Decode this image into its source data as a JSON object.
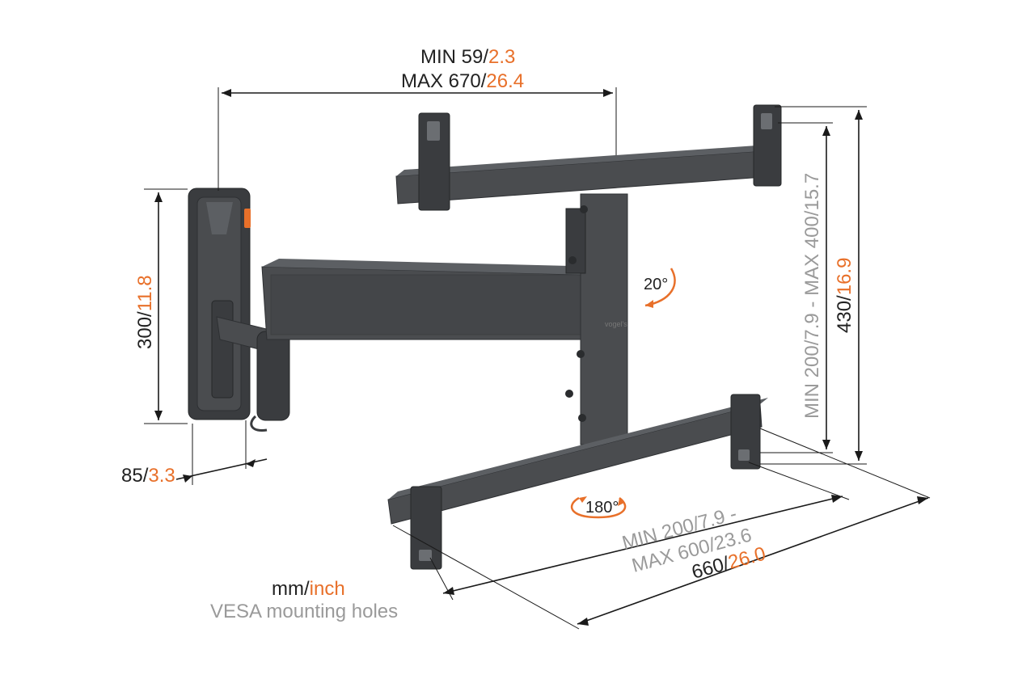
{
  "dimensions": {
    "horizontal_top": {
      "min_mm": "MIN 59/",
      "min_in": "2.3",
      "max_mm": "MAX 670/",
      "max_in": "26.4"
    },
    "wall_plate_height": {
      "mm": "300/",
      "in": "11.8"
    },
    "wall_plate_depth": {
      "mm": "85/",
      "in": "3.3"
    },
    "vesa_vertical": {
      "min_mm": "MIN 200/",
      "min_in": "7.9",
      "sep": " - ",
      "max_mm": "MAX 400/",
      "max_in": "15.7"
    },
    "total_height": {
      "mm": "430/",
      "in": "16.9"
    },
    "vesa_horizontal": {
      "min_mm": "MIN 200/",
      "min_in": "7.9 -",
      "max_mm": "MAX 600/",
      "max_in": "23.6"
    },
    "total_width": {
      "mm": "660/",
      "in": "26.0"
    }
  },
  "rotation": {
    "tilt": "20°",
    "rotate": "180°"
  },
  "legend": {
    "unit_mm": "mm/",
    "unit_in": "inch",
    "note": "VESA mounting holes"
  },
  "colors": {
    "accent": "#e8702a",
    "text": "#222222",
    "muted": "#9a9a9a",
    "product": "#4a4c4f"
  }
}
